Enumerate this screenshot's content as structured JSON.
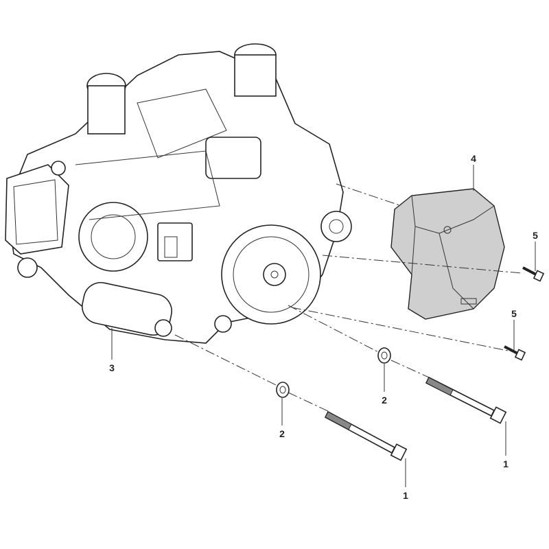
{
  "diagram": {
    "callouts": [
      {
        "id": "engine",
        "number": "3"
      },
      {
        "id": "sprocket-cover",
        "number": "4"
      },
      {
        "id": "cover-bolt-upper",
        "number": "5"
      },
      {
        "id": "cover-bolt-lower",
        "number": "5"
      },
      {
        "id": "spacer-right",
        "number": "2"
      },
      {
        "id": "spacer-left",
        "number": "2"
      },
      {
        "id": "mount-bolt-right",
        "number": "1"
      },
      {
        "id": "mount-bolt-left",
        "number": "1"
      }
    ],
    "colors": {
      "line": "#222222",
      "cover_fill": "#cfcfcf",
      "background": "#ffffff"
    }
  }
}
